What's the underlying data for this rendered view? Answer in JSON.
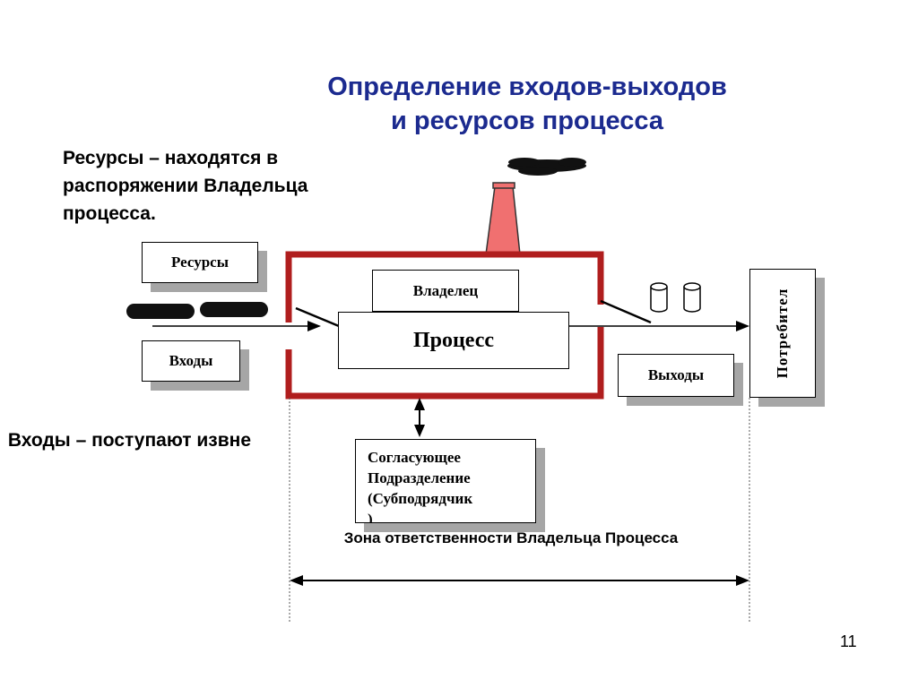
{
  "title": {
    "line1": "Определение входов-выходов",
    "line2": "и ресурсов процесса"
  },
  "notes": {
    "resources": "Ресурсы – находятся в распоряжении Владельца процесса.",
    "inputs": "Входы – поступают извне"
  },
  "boxes": {
    "resources": "Ресурсы",
    "inputs": "Входы",
    "owner": "Владелец",
    "process": "Процесс",
    "outputs": "Выходы",
    "consumer": "Потребител",
    "subdivision_line1": "Согласующее",
    "subdivision_line2": "Подразделение",
    "subdivision_line3": "(Субподрядчик",
    "subdivision_line4": ")"
  },
  "zone_label": "Зона ответственности Владельца Процесса",
  "page_number": "11",
  "colors": {
    "title": "#1b2a8f",
    "frame": "#b01e1e",
    "chimney": "#f07070",
    "shadow": "#a6a6a6"
  }
}
